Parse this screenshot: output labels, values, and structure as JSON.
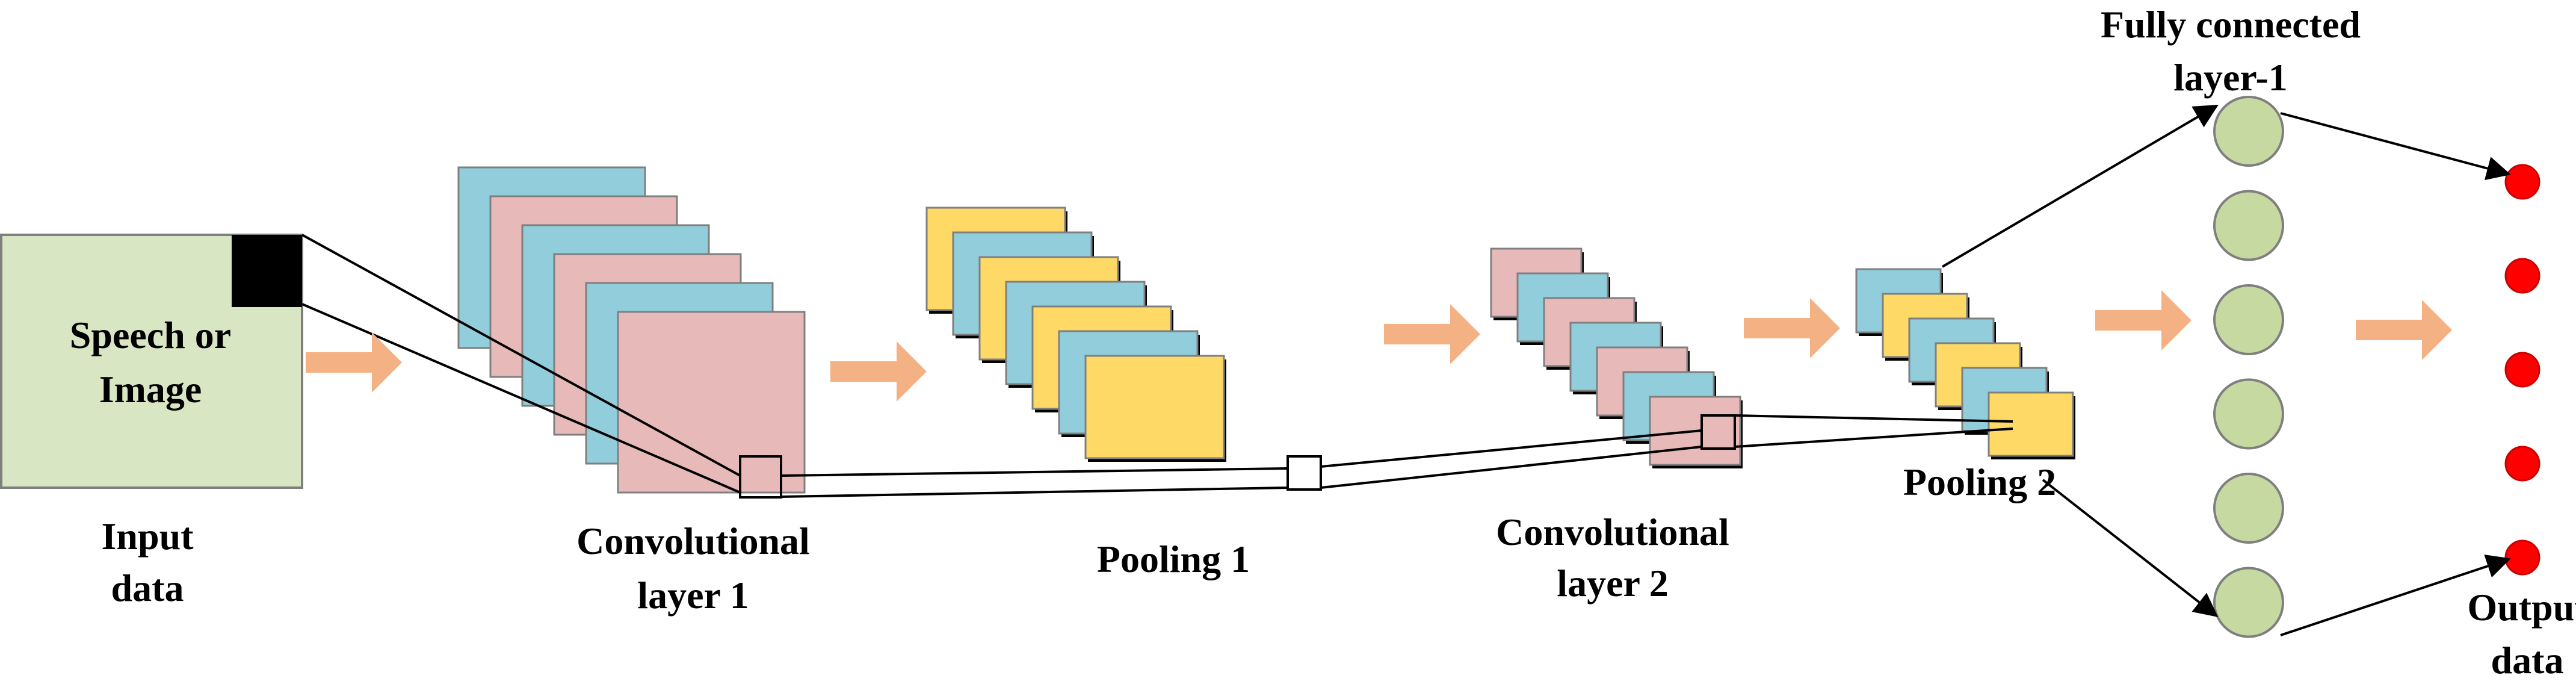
{
  "labels": {
    "input_box_line1": "Speech or",
    "input_box_line2": "Image",
    "input_line1": "Input",
    "input_line2": "data",
    "conv1_line1": "Convolutional",
    "conv1_line2": "layer 1",
    "pool1": "Pooling 1",
    "conv2_line1": "Convolutional",
    "conv2_line2": "layer 2",
    "pool2": "Pooling 2",
    "fc_line1": "Fully connected",
    "fc_line2": "layer-1",
    "output_line1": "Output",
    "output_line2": "data"
  },
  "colors": {
    "input_fill": "#d9e6c3",
    "pink": "#e8b9b9",
    "blue": "#92cddc",
    "yellow": "#fed966",
    "arrow": "#f4b183",
    "fc_node": "#c5d9a0",
    "output_node": "#ff0000"
  },
  "structure": {
    "conv1_maps": 6,
    "pool1_maps": 7,
    "conv2_maps": 7,
    "pool2_maps": 6,
    "fc_nodes": 6,
    "output_nodes": 5
  }
}
